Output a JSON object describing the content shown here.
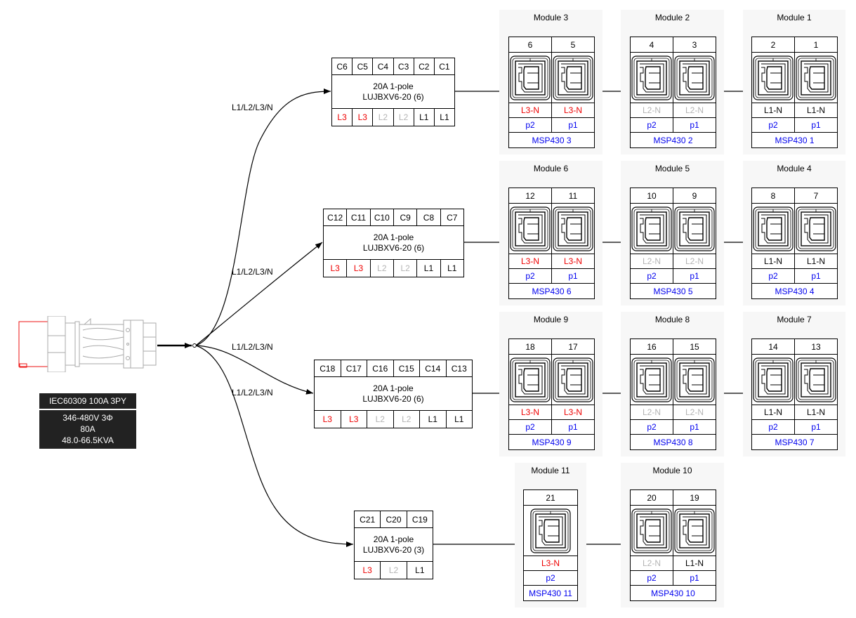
{
  "colors": {
    "L1": "#000000",
    "L2": "#b4b4b4",
    "L3": "#ee0000",
    "link": "#0000ee"
  },
  "inlet": {
    "icon": "iec60309-plug-icon",
    "title": "IEC60309 100A 3PY",
    "voltage": "346-480V 3Φ",
    "current": "80A",
    "power": "48.0-66.5KVA"
  },
  "edge_label": "L1/L2/L3/N",
  "branches": [
    {
      "edge_label": "L1/L2/L3/N",
      "breaker": {
        "circuits": [
          "C6",
          "C5",
          "C4",
          "C3",
          "C2",
          "C1"
        ],
        "rating": "20A 1-pole",
        "model": "LUJBXV6-20 (6)",
        "phases": [
          "L3",
          "L3",
          "L2",
          "L2",
          "L1",
          "L1"
        ]
      },
      "modules": [
        {
          "title": "Module 3",
          "outlets": [
            {
              "num": "6",
              "line": "L3-N",
              "phase": "L3",
              "port": "p2"
            },
            {
              "num": "5",
              "line": "L3-N",
              "phase": "L3",
              "port": "p1"
            }
          ],
          "controller": "MSP430 3"
        },
        {
          "title": "Module 2",
          "outlets": [
            {
              "num": "4",
              "line": "L2-N",
              "phase": "L2",
              "port": "p2"
            },
            {
              "num": "3",
              "line": "L2-N",
              "phase": "L2",
              "port": "p1"
            }
          ],
          "controller": "MSP430 2"
        },
        {
          "title": "Module 1",
          "outlets": [
            {
              "num": "2",
              "line": "L1-N",
              "phase": "L1",
              "port": "p2"
            },
            {
              "num": "1",
              "line": "L1-N",
              "phase": "L1",
              "port": "p1"
            }
          ],
          "controller": "MSP430 1"
        }
      ]
    },
    {
      "edge_label": "L1/L2/L3/N",
      "breaker": {
        "circuits": [
          "C12",
          "C11",
          "C10",
          "C9",
          "C8",
          "C7"
        ],
        "rating": "20A 1-pole",
        "model": "LUJBXV6-20 (6)",
        "phases": [
          "L3",
          "L3",
          "L2",
          "L2",
          "L1",
          "L1"
        ]
      },
      "modules": [
        {
          "title": "Module 6",
          "outlets": [
            {
              "num": "12",
              "line": "L3-N",
              "phase": "L3",
              "port": "p2"
            },
            {
              "num": "11",
              "line": "L3-N",
              "phase": "L3",
              "port": "p1"
            }
          ],
          "controller": "MSP430 6"
        },
        {
          "title": "Module 5",
          "outlets": [
            {
              "num": "10",
              "line": "L2-N",
              "phase": "L2",
              "port": "p2"
            },
            {
              "num": "9",
              "line": "L2-N",
              "phase": "L2",
              "port": "p1"
            }
          ],
          "controller": "MSP430 5"
        },
        {
          "title": "Module 4",
          "outlets": [
            {
              "num": "8",
              "line": "L1-N",
              "phase": "L1",
              "port": "p2"
            },
            {
              "num": "7",
              "line": "L1-N",
              "phase": "L1",
              "port": "p1"
            }
          ],
          "controller": "MSP430 4"
        }
      ]
    },
    {
      "edge_label": "L1/L2/L3/N",
      "breaker": {
        "circuits": [
          "C18",
          "C17",
          "C16",
          "C15",
          "C14",
          "C13"
        ],
        "rating": "20A 1-pole",
        "model": "LUJBXV6-20 (6)",
        "phases": [
          "L3",
          "L3",
          "L2",
          "L2",
          "L1",
          "L1"
        ]
      },
      "modules": [
        {
          "title": "Module 9",
          "outlets": [
            {
              "num": "18",
              "line": "L3-N",
              "phase": "L3",
              "port": "p2"
            },
            {
              "num": "17",
              "line": "L3-N",
              "phase": "L3",
              "port": "p1"
            }
          ],
          "controller": "MSP430 9"
        },
        {
          "title": "Module 8",
          "outlets": [
            {
              "num": "16",
              "line": "L2-N",
              "phase": "L2",
              "port": "p2"
            },
            {
              "num": "15",
              "line": "L2-N",
              "phase": "L2",
              "port": "p1"
            }
          ],
          "controller": "MSP430 8"
        },
        {
          "title": "Module 7",
          "outlets": [
            {
              "num": "14",
              "line": "L1-N",
              "phase": "L1",
              "port": "p2"
            },
            {
              "num": "13",
              "line": "L1-N",
              "phase": "L1",
              "port": "p1"
            }
          ],
          "controller": "MSP430 7"
        }
      ]
    },
    {
      "edge_label": "L1/L2/L3/N",
      "breaker": {
        "circuits": [
          "C21",
          "C20",
          "C19"
        ],
        "rating": "20A 1-pole",
        "model": "LUJBXV6-20 (3)",
        "phases": [
          "L3",
          "L2",
          "L1"
        ]
      },
      "modules": [
        {
          "title": "Module 11",
          "outlets": [
            {
              "num": "21",
              "line": "L3-N",
              "phase": "L3",
              "port": "p2"
            }
          ],
          "controller": "MSP430 11"
        },
        {
          "title": "Module 10",
          "outlets": [
            {
              "num": "20",
              "line": "L2-N",
              "phase": "L2",
              "port": "p2"
            },
            {
              "num": "19",
              "line": "L1-N",
              "phase": "L1",
              "port": "p1"
            }
          ],
          "controller": "MSP430 10"
        }
      ]
    }
  ]
}
